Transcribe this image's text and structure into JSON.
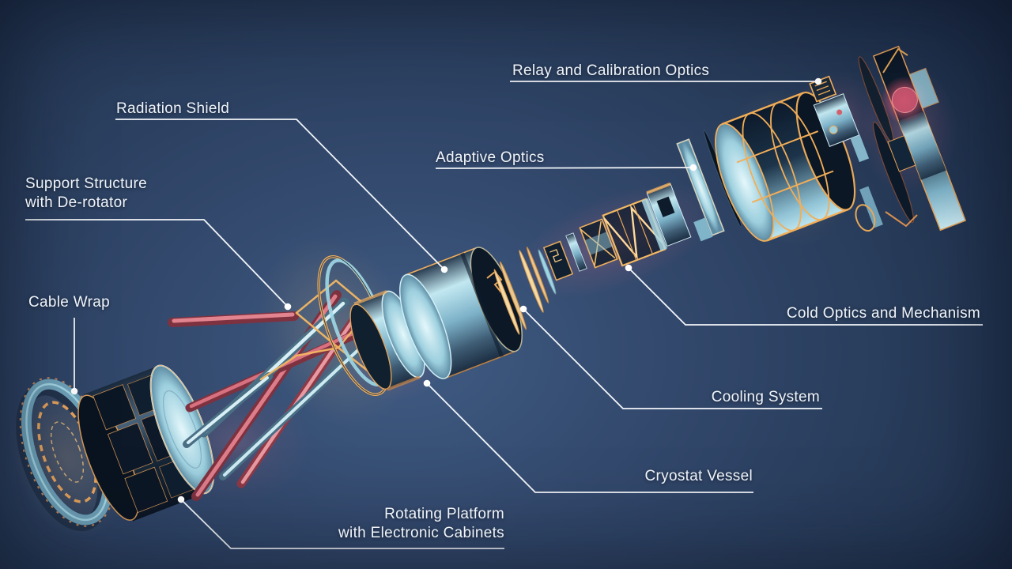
{
  "labels": {
    "relay": {
      "text": "Relay and Calibration Optics"
    },
    "radiation": {
      "text": "Radiation Shield"
    },
    "adaptive": {
      "text": "Adaptive Optics"
    },
    "support": {
      "line1": "Support Structure",
      "line2": "with De-rotator"
    },
    "cable": {
      "text": "Cable Wrap"
    },
    "cold": {
      "text": "Cold Optics and Mechanism"
    },
    "cooling": {
      "text": "Cooling System"
    },
    "cryostat": {
      "text": "Cryostat Vessel"
    },
    "rotating": {
      "line1": "Rotating Platform",
      "line2": "with Electronic Cabinets"
    }
  },
  "colors": {
    "background_center": "#3f5b83",
    "background_edge": "#131f33",
    "label_text": "#f0f4f9",
    "leader_line": "#f3f6fa",
    "metal_teal": "#9fd4e4",
    "metal_teal_bright": "#d9f2f8",
    "glow_gold": "#f2b05c",
    "strut_red": "#c24f5e",
    "glow_pink": "#e87287",
    "dark_panel": "#0c1726"
  }
}
